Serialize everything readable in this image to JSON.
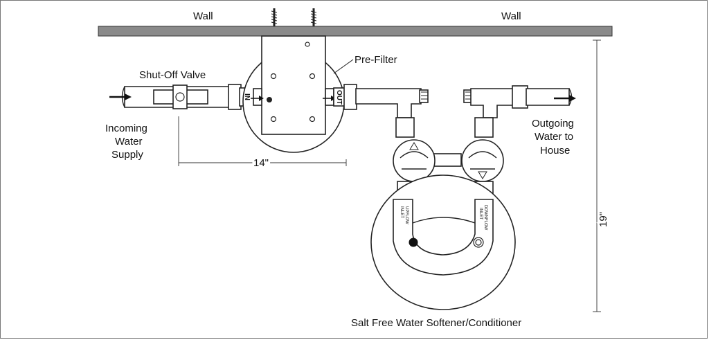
{
  "labels": {
    "wall_left": "Wall",
    "wall_right": "Wall",
    "pre_filter": "Pre-Filter",
    "shut_off_valve": "Shut-Off  Valve",
    "incoming_line1": "Incoming",
    "incoming_line2": "Water",
    "incoming_line3": "Supply",
    "outgoing_line1": "Outgoing",
    "outgoing_line2": "Water to",
    "outgoing_line3": "House",
    "dim_width": "14\"",
    "dim_height": "19\"",
    "softener": "Salt Free Water Softener/Conditioner",
    "in_mark": "IN",
    "out_mark": "OUT",
    "upflow_line1": "UPFLOW",
    "upflow_line2": "INLET",
    "downflow_line1": "DOWNFLOW",
    "downflow_line2": "INLET"
  },
  "colors": {
    "wall": "#8a8a8a",
    "line": "#222222",
    "background": "#ffffff"
  }
}
